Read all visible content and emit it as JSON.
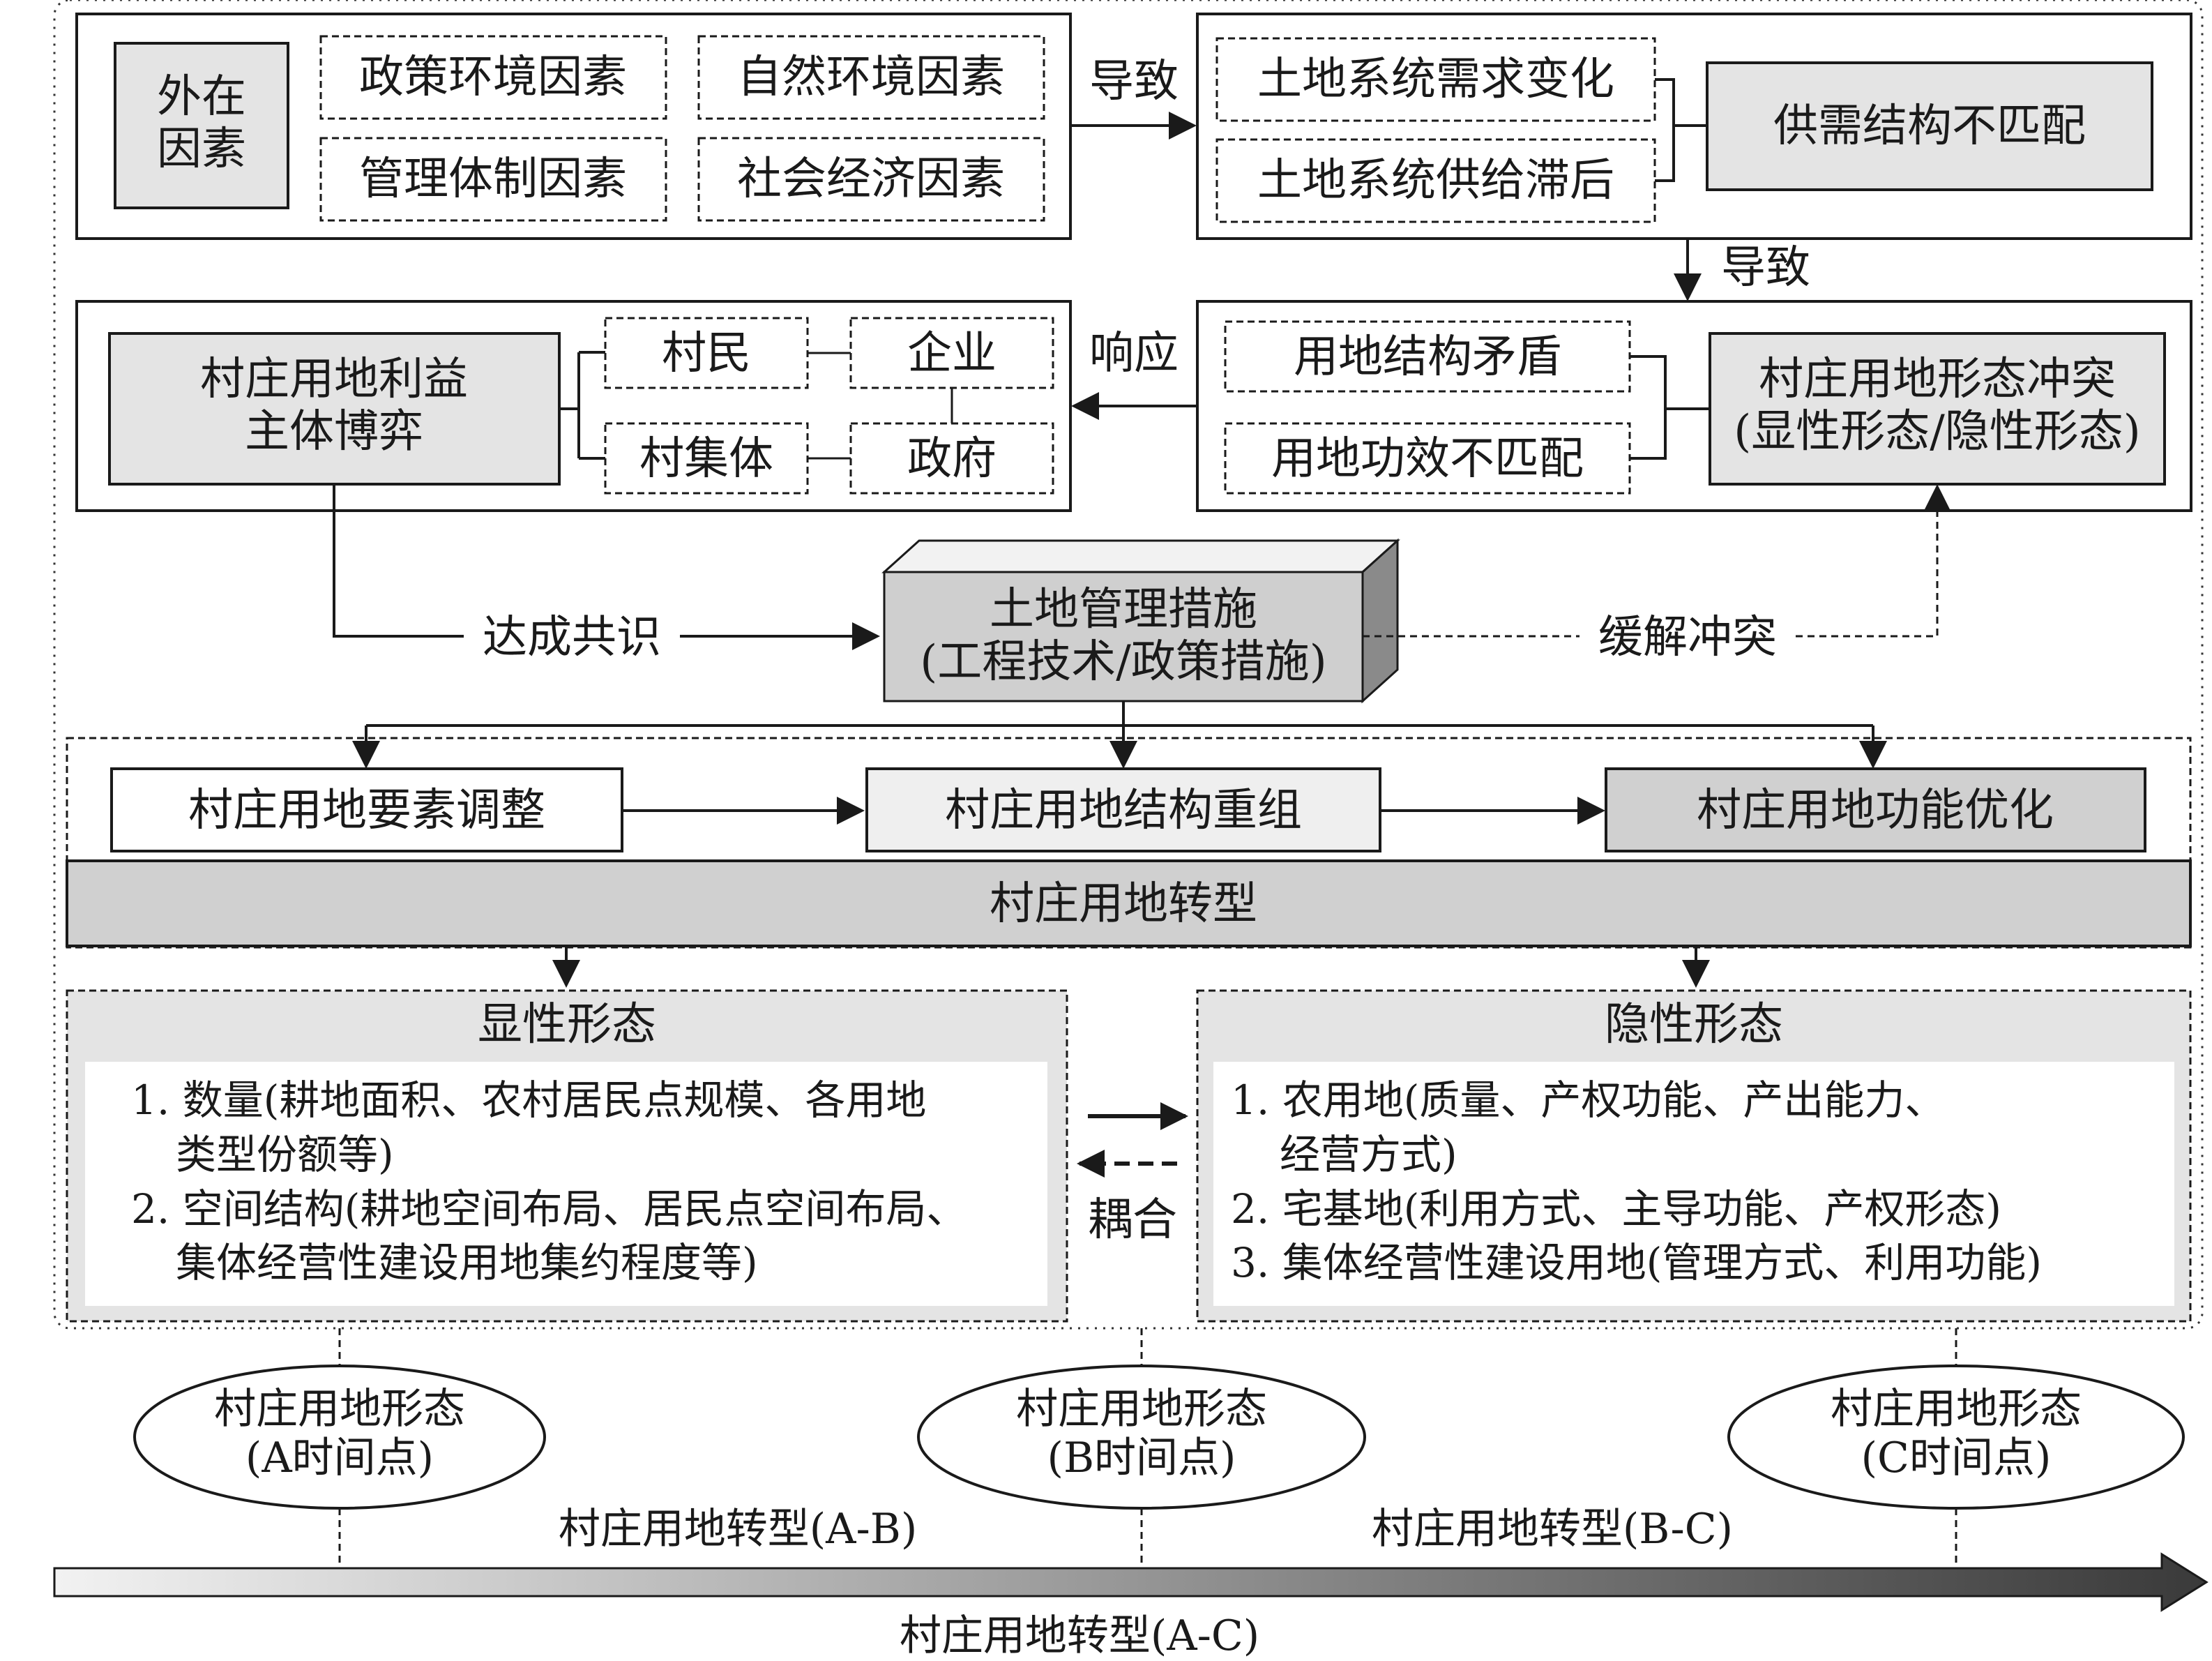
{
  "external": {
    "label_line1": "外在",
    "label_line2": "因素",
    "policy": "政策环境因素",
    "natural": "自然环境因素",
    "management": "管理体制因素",
    "socio": "社会经济因素"
  },
  "lead_to_1": "导致",
  "lead_to_2": "导致",
  "respond": "响应",
  "supply_demand": {
    "demand_change": "土地系统需求变化",
    "supply_lag": "土地系统供给滞后",
    "mismatch": "供需结构不匹配"
  },
  "conflict": {
    "structure": "用地结构矛盾",
    "efficacy": "用地功效不匹配",
    "title_line1": "村庄用地形态冲突",
    "title_line2": "(显性形态/隐性形态)"
  },
  "stakeholders": {
    "title_line1": "村庄用地利益",
    "title_line2": "主体博弈",
    "villagers": "村民",
    "enterprise": "企业",
    "collective": "村集体",
    "government": "政府"
  },
  "measures": {
    "line1": "土地管理措施",
    "line2": "(工程技术/政策措施)",
    "consensus": "达成共识",
    "relieve": "缓解冲突"
  },
  "transformation": {
    "factor_adjust": "村庄用地要素调整",
    "structure_reorg": "村庄用地结构重组",
    "function_opt": "村庄用地功能优化",
    "banner": "村庄用地转型"
  },
  "explicit": {
    "title": "显性形态",
    "lines": [
      "1. 数量(耕地面积、农村居民点规模、各用地",
      "类型份额等)",
      "2. 空间结构(耕地空间布局、居民点空间布局、",
      "集体经营性建设用地集约程度等)"
    ]
  },
  "implicit": {
    "title": "隐性形态",
    "lines": [
      "1. 农用地(质量、产权功能、产出能力、",
      "经营方式)",
      "2. 宅基地(利用方式、主导功能、产权形态)",
      "3. 集体经营性建设用地(管理方式、利用功能)"
    ]
  },
  "coupling": "耦合",
  "timeline": {
    "states": [
      {
        "line1": "村庄用地形态",
        "line2": "(A时间点)"
      },
      {
        "line1": "村庄用地形态",
        "line2": "(B时间点)"
      },
      {
        "line1": "村庄用地形态",
        "line2": "(C时间点)"
      }
    ],
    "ab": "村庄用地转型(A-B)",
    "bc": "村庄用地转型(B-C)",
    "ac": "村庄用地转型(A-C)"
  }
}
